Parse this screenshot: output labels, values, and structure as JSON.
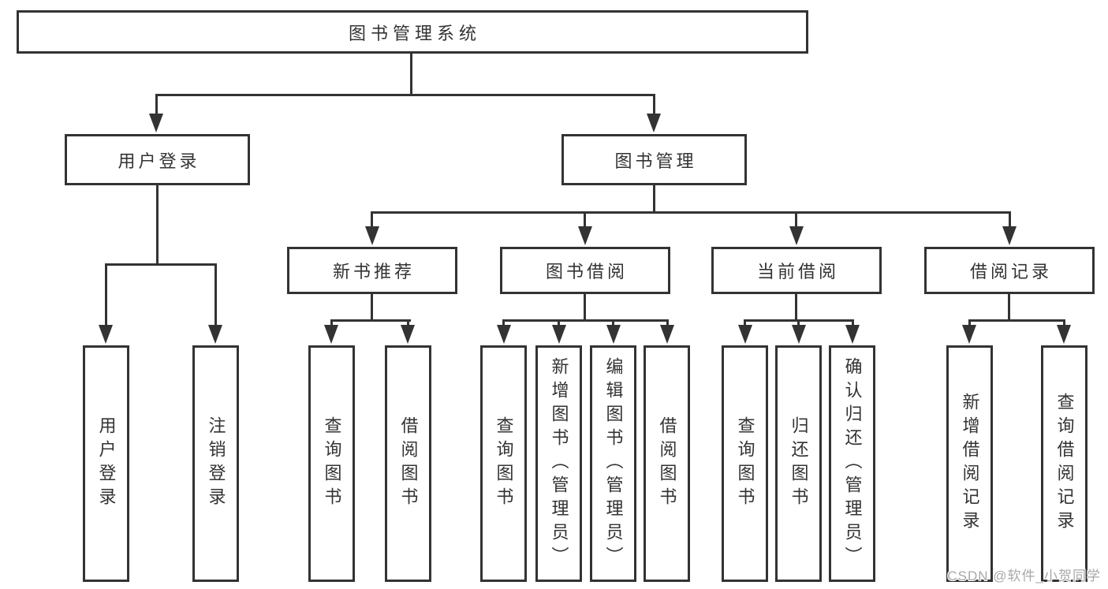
{
  "diagram": {
    "type": "hierarchy-tree",
    "colors": {
      "line": "#333333",
      "text": "#333333",
      "background": "#ffffff",
      "watermark": "#a8a8a8"
    },
    "labels": {
      "root": "图书管理系统",
      "user_login": "用户登录",
      "book_management": "图书管理",
      "new_book_recommend": "新书推荐",
      "book_borrowing": "图书借阅",
      "current_borrowing": "当前借阅",
      "borrowing_records": "借阅记录",
      "leaf_user_login": "用户登录",
      "leaf_logout_login": "注销登录",
      "leaf_query_books_recommend": "查询图书",
      "leaf_borrow_books_recommend": "借阅图书",
      "leaf_query_books_borrowing": "查询图书",
      "leaf_add_books_admin": "新增图书（管理员）",
      "leaf_edit_books_admin": "编辑图书（管理员）",
      "leaf_borrow_books_borrowing": "借阅图书",
      "leaf_query_books_current": "查询图书",
      "leaf_return_books": "归还图书",
      "leaf_confirm_return_admin": "确认归还（管理员）",
      "leaf_add_borrow_record": "新增借阅记录",
      "leaf_query_borrow_record": "查询借阅记录"
    },
    "hierarchy": {
      "图书管理系统": [
        "用户登录",
        "图书管理"
      ],
      "用户登录": [
        "用户登录",
        "注销登录"
      ],
      "图书管理": [
        "新书推荐",
        "图书借阅",
        "当前借阅",
        "借阅记录"
      ],
      "新书推荐": [
        "查询图书",
        "借阅图书"
      ],
      "图书借阅": [
        "查询图书",
        "新增图书（管理员）",
        "编辑图书（管理员）",
        "借阅图书"
      ],
      "当前借阅": [
        "查询图书",
        "归还图书",
        "确认归还（管理员）"
      ],
      "借阅记录": [
        "新增借阅记录",
        "查询借阅记录"
      ]
    },
    "watermark": "CSDN @软件_小贺同学"
  }
}
